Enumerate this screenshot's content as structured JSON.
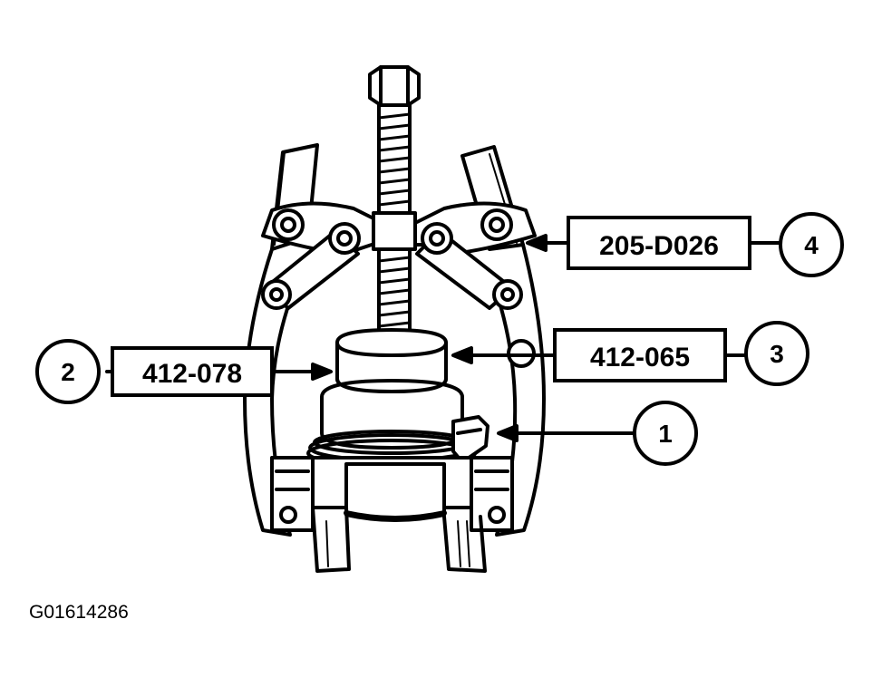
{
  "figure_id": "G01614286",
  "callouts": [
    {
      "number": "1",
      "tool": ""
    },
    {
      "number": "2",
      "tool": "412-078"
    },
    {
      "number": "3",
      "tool": "412-065"
    },
    {
      "number": "4",
      "tool": "205-D026"
    }
  ],
  "colors": {
    "line": "#000000",
    "background": "#ffffff"
  }
}
